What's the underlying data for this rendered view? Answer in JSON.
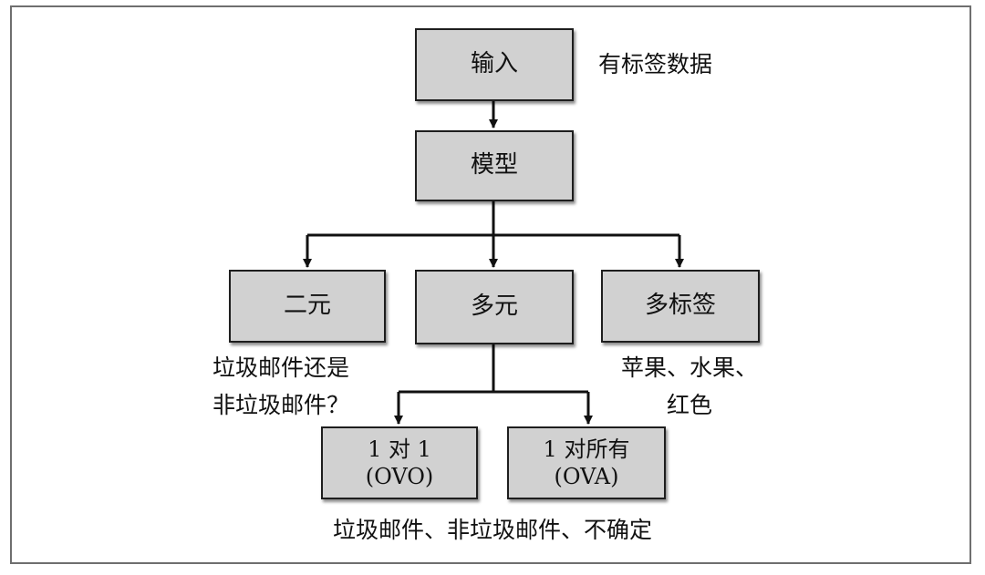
{
  "nodes": {
    "input": "输入",
    "model": "模型",
    "binary": "二元",
    "multiclass": "多元",
    "multilabel": "多标签",
    "ovo": {
      "line1": "1 对 1",
      "line2": "(OVO)"
    },
    "ova": {
      "line1": "1 对所有",
      "line2": "(OVA)"
    }
  },
  "annotations": {
    "input_note": "有标签数据",
    "binary_note": {
      "line1": "垃圾邮件还是",
      "line2": "非垃圾邮件？"
    },
    "multilabel_note": {
      "line1": "苹果、水果、",
      "line2": "红色"
    },
    "multiclass_note": "垃圾邮件、非垃圾邮件、不确定"
  },
  "colors": {
    "node_fill": "#d1d1d1",
    "node_border": "#1e1e1e",
    "edge": "#111111",
    "frame": "#6f6f6f"
  }
}
